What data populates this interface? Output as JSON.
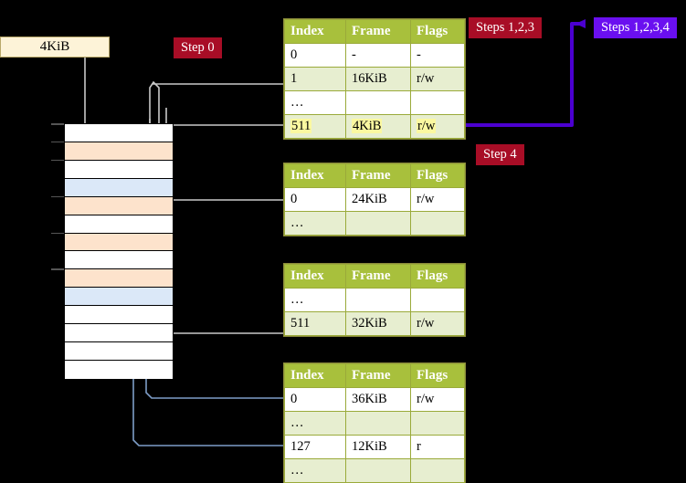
{
  "diagram": {
    "title_hidden": "Multi-level page table walk",
    "size_box": {
      "label": "4KiB"
    },
    "badges": [
      {
        "id": "step0",
        "label": "Step 0",
        "color": "#a80d26"
      },
      {
        "id": "steps123",
        "label": "Steps 1,2,3",
        "color": "#a80d26"
      },
      {
        "id": "steps1234",
        "label": "Steps 1,2,3,4",
        "color": "#6a0ff0"
      },
      {
        "id": "step4",
        "label": "Step 4",
        "color": "#a80d26"
      }
    ],
    "columns": [
      "Index",
      "Frame",
      "Flags"
    ],
    "tables": [
      {
        "id": "level0",
        "rows": [
          {
            "style": "plain",
            "cells": [
              "0",
              "-",
              "-"
            ],
            "hl": [
              false,
              false,
              false
            ]
          },
          {
            "style": "alt",
            "cells": [
              "1",
              "16KiB",
              "r/w"
            ],
            "hl": [
              false,
              false,
              false
            ]
          },
          {
            "style": "plain",
            "cells": [
              "…",
              "",
              ""
            ],
            "hl": [
              false,
              false,
              false
            ]
          },
          {
            "style": "alt",
            "cells": [
              "511",
              "4KiB",
              "r/w"
            ],
            "hl": [
              true,
              true,
              true
            ]
          }
        ]
      },
      {
        "id": "level1",
        "rows": [
          {
            "style": "plain",
            "cells": [
              "0",
              "24KiB",
              "r/w"
            ],
            "hl": [
              false,
              false,
              false
            ]
          },
          {
            "style": "alt",
            "cells": [
              "…",
              "",
              ""
            ],
            "hl": [
              false,
              false,
              false
            ]
          }
        ]
      },
      {
        "id": "level2",
        "rows": [
          {
            "style": "plain",
            "cells": [
              "…",
              "",
              ""
            ],
            "hl": [
              false,
              false,
              false
            ]
          },
          {
            "style": "alt",
            "cells": [
              "511",
              "32KiB",
              "r/w"
            ],
            "hl": [
              false,
              false,
              false
            ]
          }
        ]
      },
      {
        "id": "level3",
        "rows": [
          {
            "style": "plain",
            "cells": [
              "0",
              "36KiB",
              "r/w"
            ],
            "hl": [
              false,
              false,
              false
            ]
          },
          {
            "style": "alt",
            "cells": [
              "…",
              "",
              ""
            ],
            "hl": [
              false,
              false,
              false
            ]
          },
          {
            "style": "plain",
            "cells": [
              "127",
              "12KiB",
              "r"
            ],
            "hl": [
              false,
              false,
              false
            ]
          },
          {
            "style": "alt",
            "cells": [
              "…",
              "",
              ""
            ],
            "hl": [
              false,
              false,
              false
            ]
          }
        ]
      }
    ],
    "memory_column": {
      "name": "physical-memory-frames",
      "rows": [
        {
          "fill": "white"
        },
        {
          "fill": "peach"
        },
        {
          "fill": "white"
        },
        {
          "fill": "blue"
        },
        {
          "fill": "peach"
        },
        {
          "fill": "white"
        },
        {
          "fill": "peach"
        },
        {
          "fill": "white"
        },
        {
          "fill": "peach"
        },
        {
          "fill": "blue"
        },
        {
          "fill": "white"
        },
        {
          "fill": "white"
        },
        {
          "fill": "white"
        },
        {
          "fill": "white"
        }
      ]
    },
    "colors": {
      "table_header": "#a8c03c",
      "table_alt_row": "#e7eed0",
      "highlight": "#fbf8a0",
      "frame_peach": "#fde3cc",
      "frame_blue": "#dbe8f8",
      "connector_gray": "#c9c9c9",
      "connector_blue": "#7d9dc7",
      "bracket_violet": "#4b00d0"
    }
  }
}
